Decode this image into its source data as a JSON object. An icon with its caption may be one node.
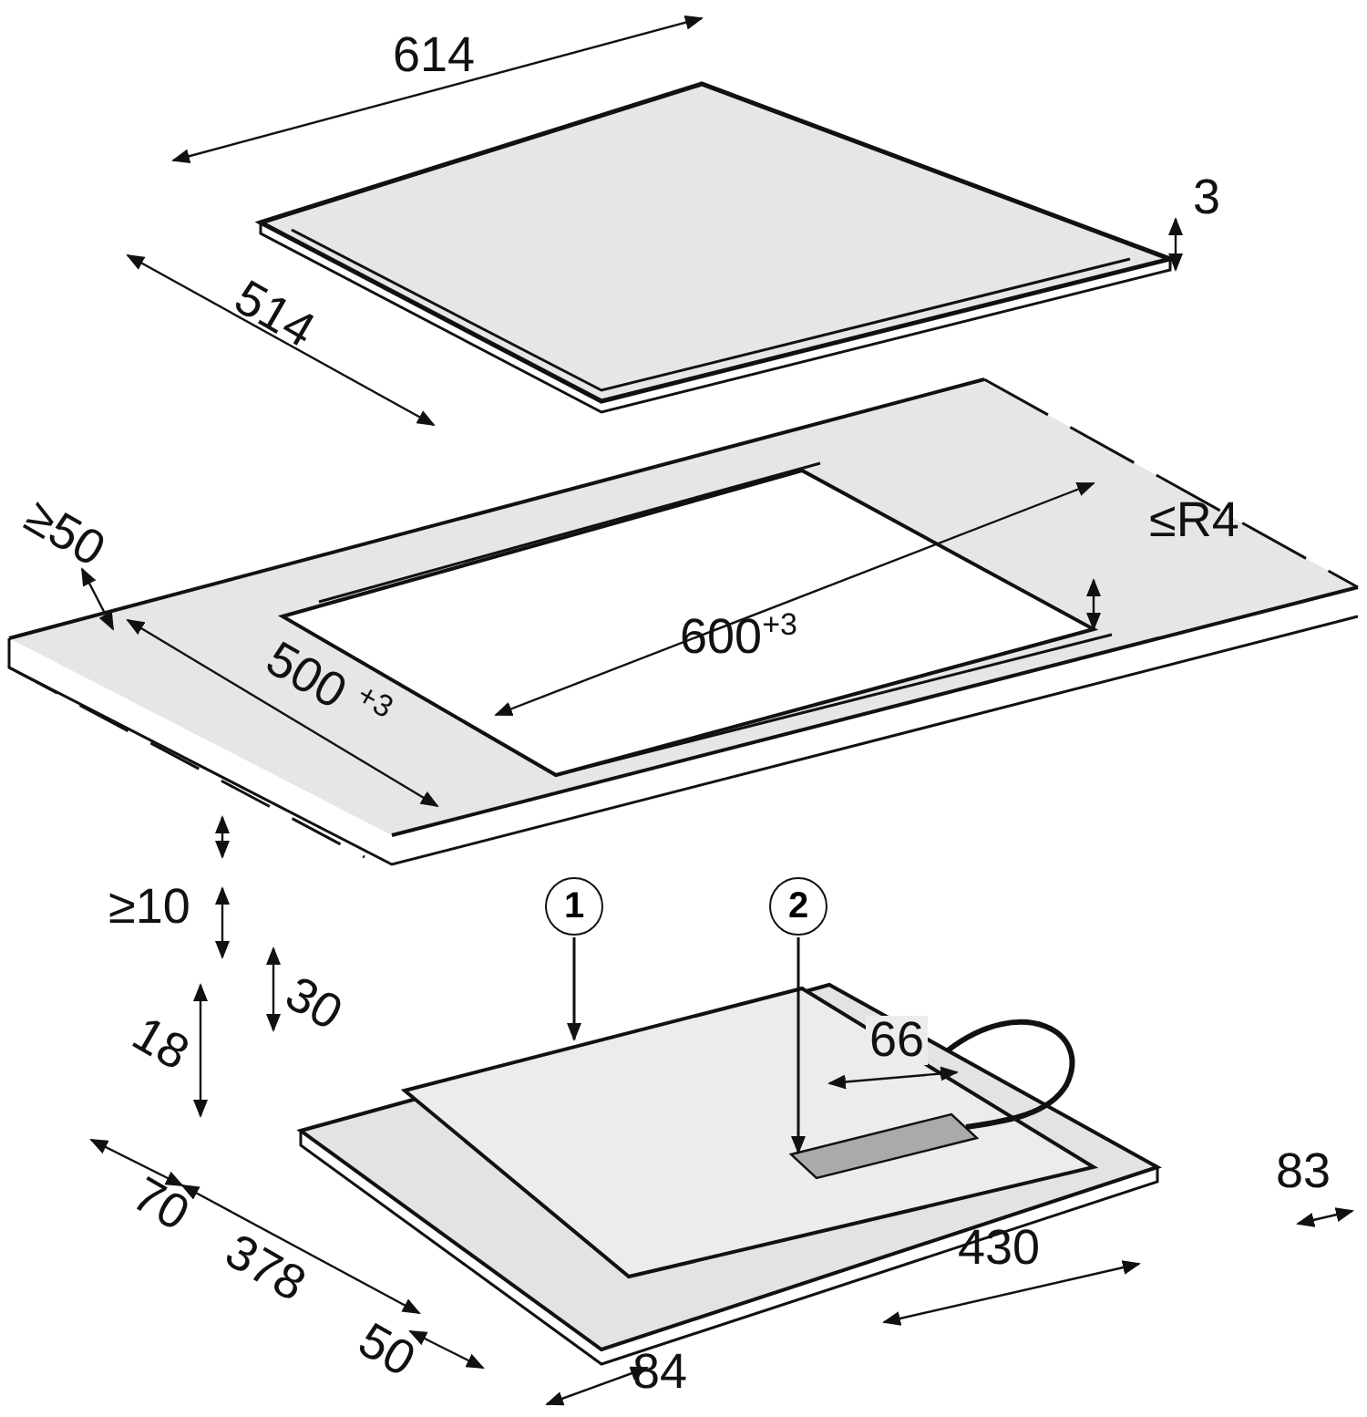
{
  "diagram": {
    "nodes": [
      {
        "text": [
          "1"
        ]
      },
      {
        "text": [
          "2"
        ]
      },
      {
        "text": [],
        "shape": "box"
      },
      {
        "text": [],
        "shape": "box",
        "in": 2
      }
    ],
    "edges": [
      {
        "from": 0,
        "to": 2,
        "arrow": "to"
      },
      {
        "from": 1,
        "to": 3,
        "arrow": "to"
      }
    ],
    "labels": [
      "614",
      "3",
      "514",
      "≥50",
      "≤R4",
      "600$^{+3}$",
      "500 $^{+3}$",
      "≥10",
      "30",
      "18",
      "66",
      "83",
      "70",
      "378",
      "430",
      "50",
      "84"
    ]
  }
}
